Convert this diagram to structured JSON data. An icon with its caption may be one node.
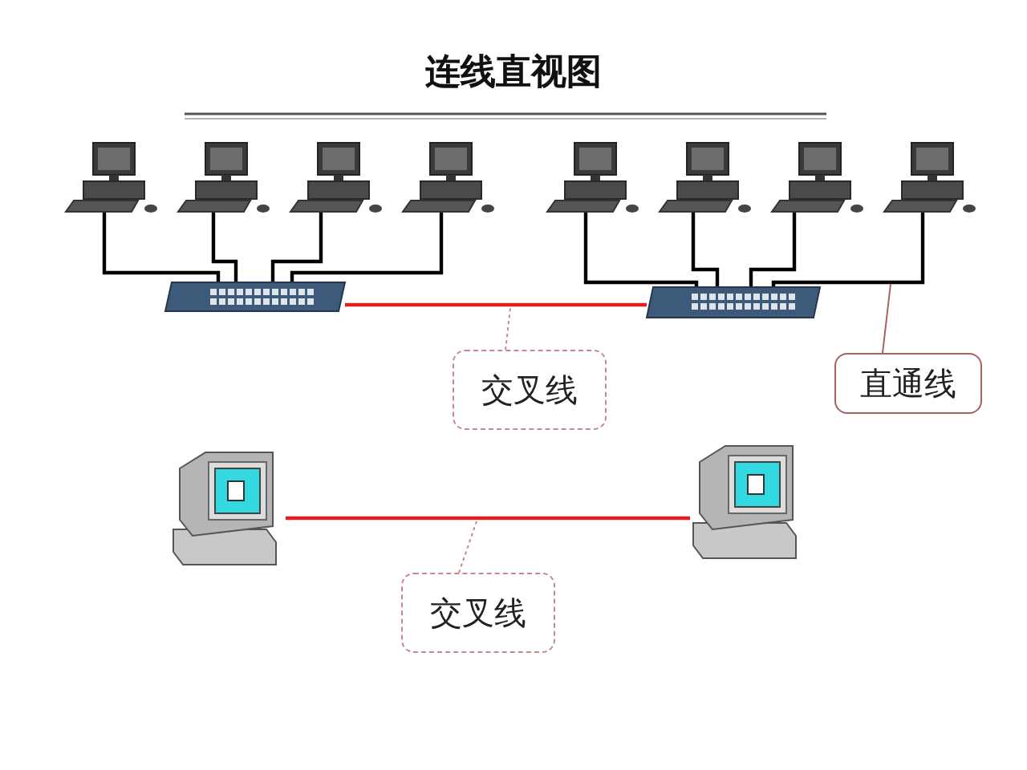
{
  "diagram": {
    "title": "连线直视图",
    "nodes": [
      {
        "text": [],
        "shape": "picture"
      },
      {
        "text": [],
        "shape": "picture"
      },
      {
        "text": [],
        "shape": "picture"
      },
      {
        "text": [],
        "shape": "picture"
      },
      {
        "text": [],
        "shape": "picture"
      },
      {
        "text": [],
        "shape": "picture"
      },
      {
        "text": [],
        "shape": "picture"
      },
      {
        "text": [],
        "shape": "picture"
      },
      {
        "text": [],
        "shape": "picture"
      },
      {
        "text": [],
        "shape": "picture"
      },
      {
        "text": [
          "交叉线"
        ]
      },
      {
        "text": [
          "直通线"
        ]
      },
      {
        "text": [],
        "shape": "picture"
      },
      {
        "text": [],
        "shape": "picture"
      },
      {
        "text": [
          "交叉线"
        ]
      }
    ],
    "edges": [
      {
        "from": 0,
        "to": 4,
        "arrow": "none"
      },
      {
        "from": 1,
        "to": 4,
        "arrow": "none"
      },
      {
        "from": 2,
        "to": 4,
        "arrow": "none"
      },
      {
        "from": 3,
        "to": 4,
        "arrow": "none"
      },
      {
        "from": 5,
        "to": 9,
        "arrow": "none"
      },
      {
        "from": 6,
        "to": 9,
        "arrow": "none"
      },
      {
        "from": 7,
        "to": 9,
        "arrow": "none"
      },
      {
        "from": 8,
        "to": 9,
        "arrow": "none"
      },
      {
        "from": 4,
        "to": 9,
        "arrow": "none",
        "color": "#e02020"
      },
      {
        "from": 12,
        "to": 13,
        "arrow": "none",
        "color": "#e02020"
      },
      {
        "from": 10,
        "to": null,
        "arrow": "none",
        "style": "dashed",
        "color": "#c88888"
      },
      {
        "from": 11,
        "to": null,
        "arrow": "none",
        "color": "#a86060"
      },
      {
        "from": 14,
        "to": null,
        "arrow": "none",
        "style": "dashed",
        "color": "#c88888"
      }
    ]
  }
}
